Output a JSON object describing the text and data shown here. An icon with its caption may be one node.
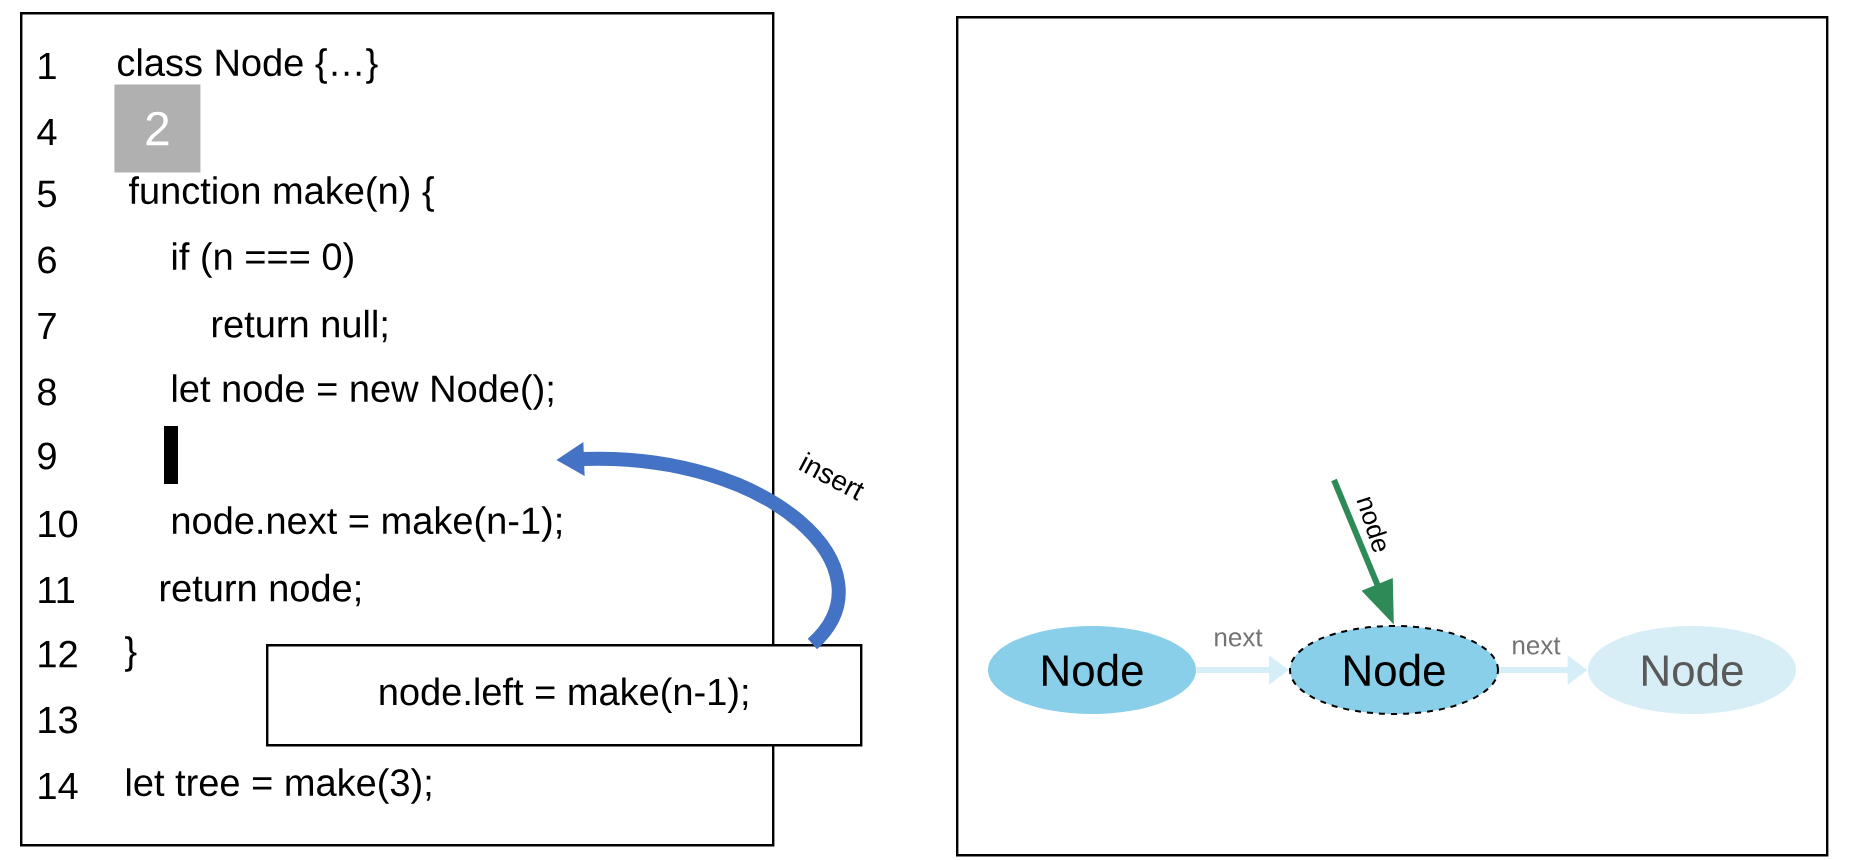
{
  "diagram": {
    "nodes": [
      {
        "text": [
          "class Node {…}",
          "function make(n) {",
          "if (n === 0)",
          "return null;",
          "let node = new Node();",
          "node.next = make(n-1);",
          "return node;",
          "}",
          "let tree = make(3);"
        ]
      },
      {
        "text": [
          "2"
        ],
        "in": 0
      },
      {
        "text": [
          "node.left = make(n-1);"
        ]
      },
      {
        "text": [],
        "shape": "box"
      },
      {
        "text": [
          "Node"
        ],
        "in": 3
      },
      {
        "text": [
          "Node"
        ],
        "in": 3
      },
      {
        "text": [
          "Node"
        ],
        "in": 3
      }
    ],
    "edges": [
      {
        "from": 2,
        "to": null,
        "arrow": "to",
        "label": "insert",
        "style": "thick",
        "color": "#4472c4"
      },
      {
        "from": null,
        "to": 5,
        "arrow": "to",
        "label": "node",
        "color": "#2e8b57"
      },
      {
        "from": 4,
        "to": 5,
        "arrow": "to",
        "label": "next",
        "color": "#d6eef8"
      },
      {
        "from": 5,
        "to": 6,
        "arrow": "to",
        "label": "next",
        "color": "#d6eef8"
      }
    ],
    "labels": [
      "1",
      "4",
      "5",
      "6",
      "7",
      "8",
      "9",
      "10",
      "11",
      "12",
      "13",
      "14"
    ]
  }
}
